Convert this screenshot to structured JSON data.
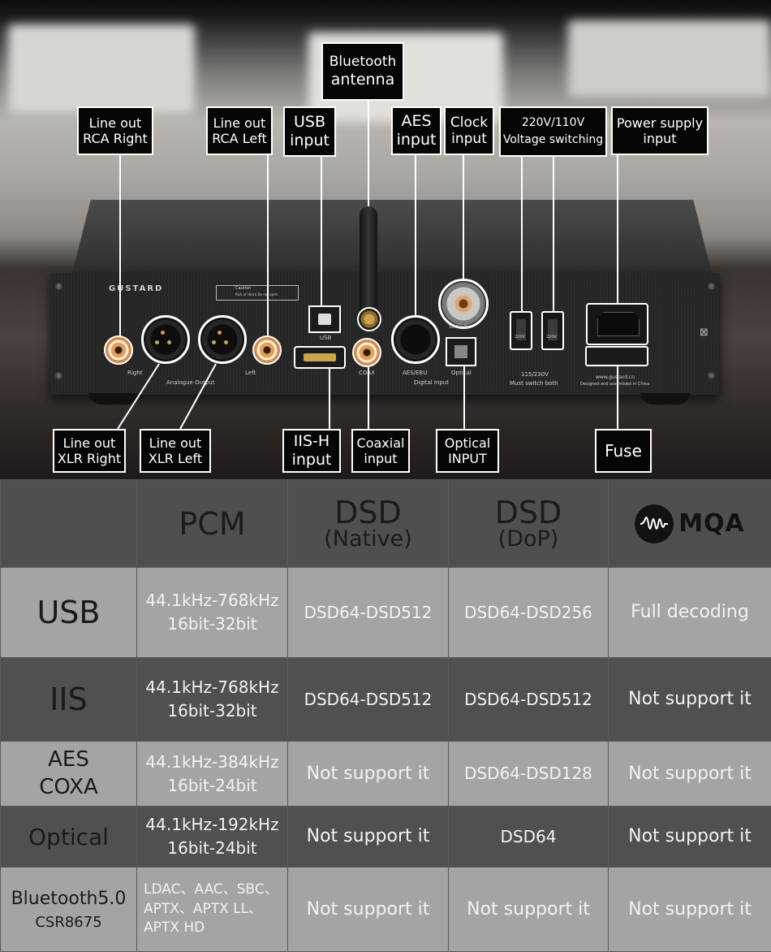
{
  "device": {
    "brand": "GUSTARD",
    "caution_title": "Caution",
    "caution_text": "Risk of shock Do not open",
    "panel_labels": {
      "right": "Right",
      "left": "Left",
      "analogue_output": "Analogue Output",
      "usb": "USB",
      "coax": "COAX",
      "aes_ebu": "AES/EBU",
      "optical": "Optical",
      "digital_input": "Digital Input",
      "clock_in": "10MHz IN",
      "voltage_a": "220V",
      "voltage_b": "220V",
      "voltage_range": "115/230V",
      "must_switch": "Must switch both",
      "website": "www.gustard.cn",
      "made_in": "Designed and assembled in China"
    }
  },
  "callouts": {
    "bt_antenna": [
      "Bluetooth",
      "antenna"
    ],
    "rca_right": [
      "Line out",
      "RCA Right"
    ],
    "rca_left": [
      "Line out",
      "RCA Left"
    ],
    "usb_input": [
      "USB",
      "input"
    ],
    "aes_input": [
      "AES",
      "input"
    ],
    "clock_input": [
      "Clock",
      "input"
    ],
    "voltage": [
      "220V/110V",
      "Voltage switching"
    ],
    "power_input": [
      "Power supply",
      "input"
    ],
    "xlr_right": [
      "Line out",
      "XLR Right"
    ],
    "xlr_left": [
      "Line out",
      "XLR Left"
    ],
    "iis_input": [
      "IIS-H",
      "input"
    ],
    "coaxial_input": [
      "Coaxial",
      "input"
    ],
    "optical_input": [
      "Optical",
      "INPUT"
    ],
    "fuse": [
      "Fuse"
    ]
  },
  "table": {
    "headers": {
      "pcm": "PCM",
      "dsd_native": [
        "DSD",
        "(Native)"
      ],
      "dsd_dop": [
        "DSD",
        "(DoP)"
      ],
      "mqa": "MQA"
    },
    "rows": [
      {
        "label": [
          "USB"
        ],
        "pcm": [
          "44.1kHz-768kHz",
          "16bit-32bit"
        ],
        "native": "DSD64-DSD512",
        "dop": "DSD64-DSD256",
        "mqa": "Full decoding"
      },
      {
        "label": [
          "IIS"
        ],
        "pcm": [
          "44.1kHz-768kHz",
          "16bit-32bit"
        ],
        "native": "DSD64-DSD512",
        "dop": "DSD64-DSD512",
        "mqa": "Not support it"
      },
      {
        "label": [
          "AES",
          "COXA"
        ],
        "pcm": [
          "44.1kHz-384kHz",
          "16bit-24bit"
        ],
        "native": "Not support it",
        "dop": "DSD64-DSD128",
        "mqa": "Not support it"
      },
      {
        "label": [
          "Optical"
        ],
        "pcm": [
          "44.1kHz-192kHz",
          "16bit-24bit"
        ],
        "native": "Not support it",
        "dop": "DSD64",
        "mqa": "Not support it"
      },
      {
        "label": [
          "Bluetooth5.0",
          "CSR8675"
        ],
        "pcm": [
          "LDAC、AAC、SBC、",
          "APTX、APTX LL、",
          "APTX HD"
        ],
        "native": "Not support it",
        "dop": "Not support it",
        "mqa": "Not support it"
      }
    ]
  }
}
